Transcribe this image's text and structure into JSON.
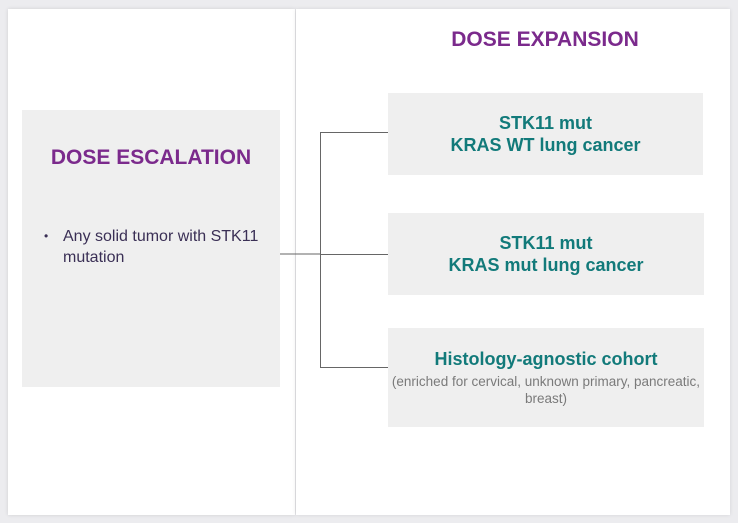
{
  "escalation": {
    "title": "DOSE ESCALATION",
    "bullets": [
      "Any solid tumor with STK11 mutation"
    ]
  },
  "expansion": {
    "title": "DOSE EXPANSION",
    "cohorts": [
      {
        "lines": [
          "STK11 mut",
          "KRAS WT lung cancer"
        ]
      },
      {
        "lines": [
          "STK11 mut",
          "KRAS mut lung cancer"
        ]
      },
      {
        "lines": [
          "Histology-agnostic cohort"
        ],
        "note": "(enriched for cervical, unknown primary, pancreatic, breast)"
      }
    ]
  },
  "colors": {
    "title_purple": "#7b2a8c",
    "cohort_teal": "#127a7a",
    "box_gray": "#efefef",
    "connector": "#666666"
  }
}
